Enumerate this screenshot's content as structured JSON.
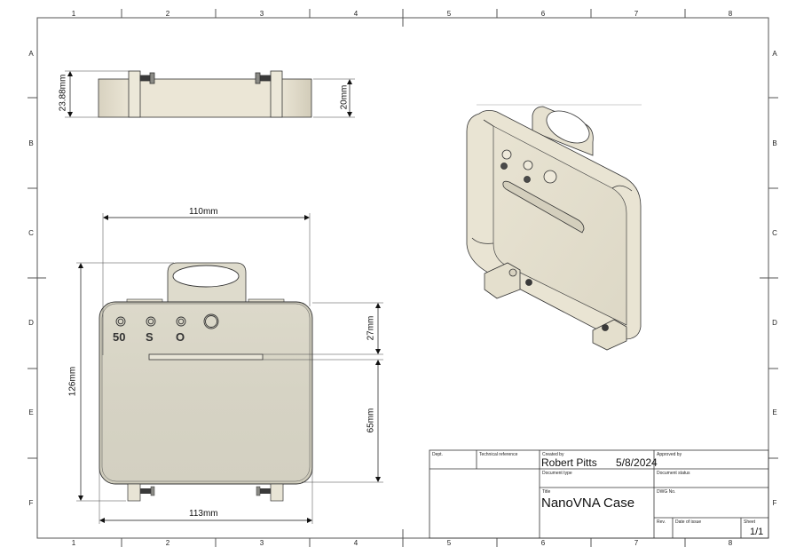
{
  "drawing": {
    "frame": {
      "columns": [
        "1",
        "2",
        "3",
        "4",
        "5",
        "6",
        "7",
        "8"
      ],
      "rows": [
        "A",
        "B",
        "C",
        "D",
        "E",
        "F"
      ]
    },
    "side_view": {
      "dimensions": {
        "overall_height": "23.88mm",
        "body_height": "20mm"
      }
    },
    "front_view": {
      "port_labels": [
        "50",
        "S",
        "O"
      ],
      "dimensions": {
        "top_width": "110mm",
        "bottom_width": "113mm",
        "overall_height": "126mm",
        "top_to_slot": "27mm",
        "slot_to_bottom": "65mm"
      }
    },
    "colors": {
      "part_face": "#d7d4c5",
      "part_side": "#e6e1d2",
      "line": "#333333",
      "screw": "#3a3a3a"
    }
  },
  "title_block": {
    "dept_label": "Dept.",
    "dept_value": "",
    "tech_ref_label": "Technical reference",
    "tech_ref_value": "",
    "created_by_label": "Created by",
    "created_by_value": "Robert Pitts",
    "created_date": "5/8/2024",
    "approved_by_label": "Approved by",
    "approved_by_value": "",
    "doc_type_label": "Document type",
    "doc_type_value": "",
    "doc_status_label": "Document status",
    "doc_status_value": "",
    "title_label": "Title",
    "title_value": "NanoVNA Case",
    "dwg_no_label": "DWG No.",
    "dwg_no_value": "",
    "rev_label": "Rev.",
    "rev_value": "",
    "date_of_issue_label": "Date of issue",
    "date_of_issue_value": "",
    "sheet_label": "Sheet",
    "sheet_value": "1/1"
  }
}
